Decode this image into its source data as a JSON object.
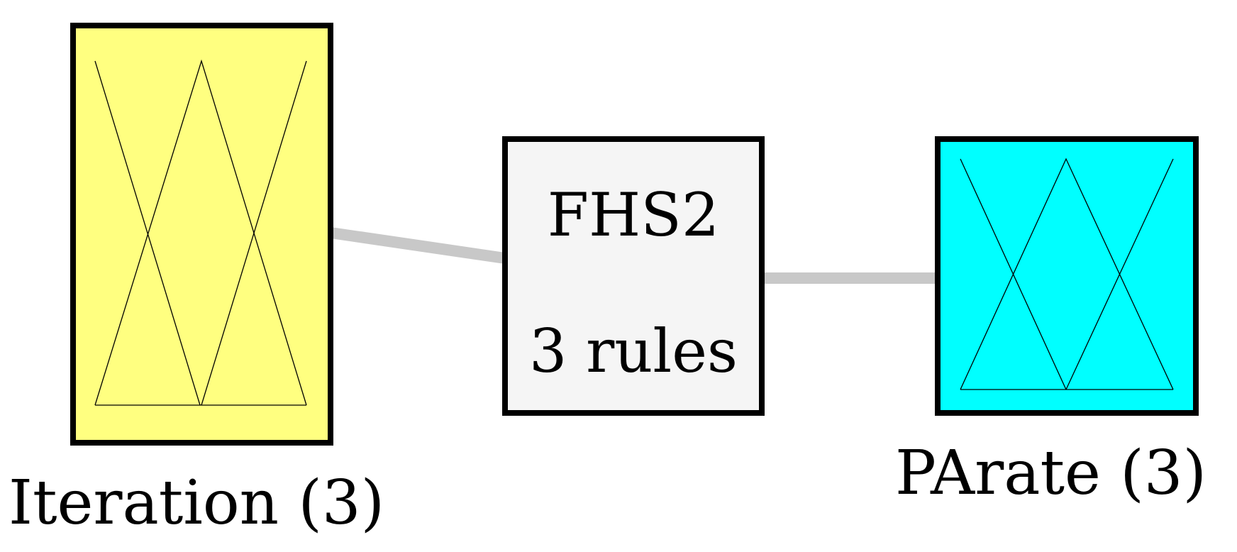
{
  "input": {
    "label": "Iteration (3)",
    "color": "#ffff80",
    "membership_functions": 3
  },
  "system": {
    "name": "FHS2",
    "rules": "3 rules",
    "color": "#f5f5f5"
  },
  "output": {
    "label": "PArate (3)",
    "color": "#00ffff",
    "membership_functions": 3
  },
  "connector_color": "#c8c8c8"
}
